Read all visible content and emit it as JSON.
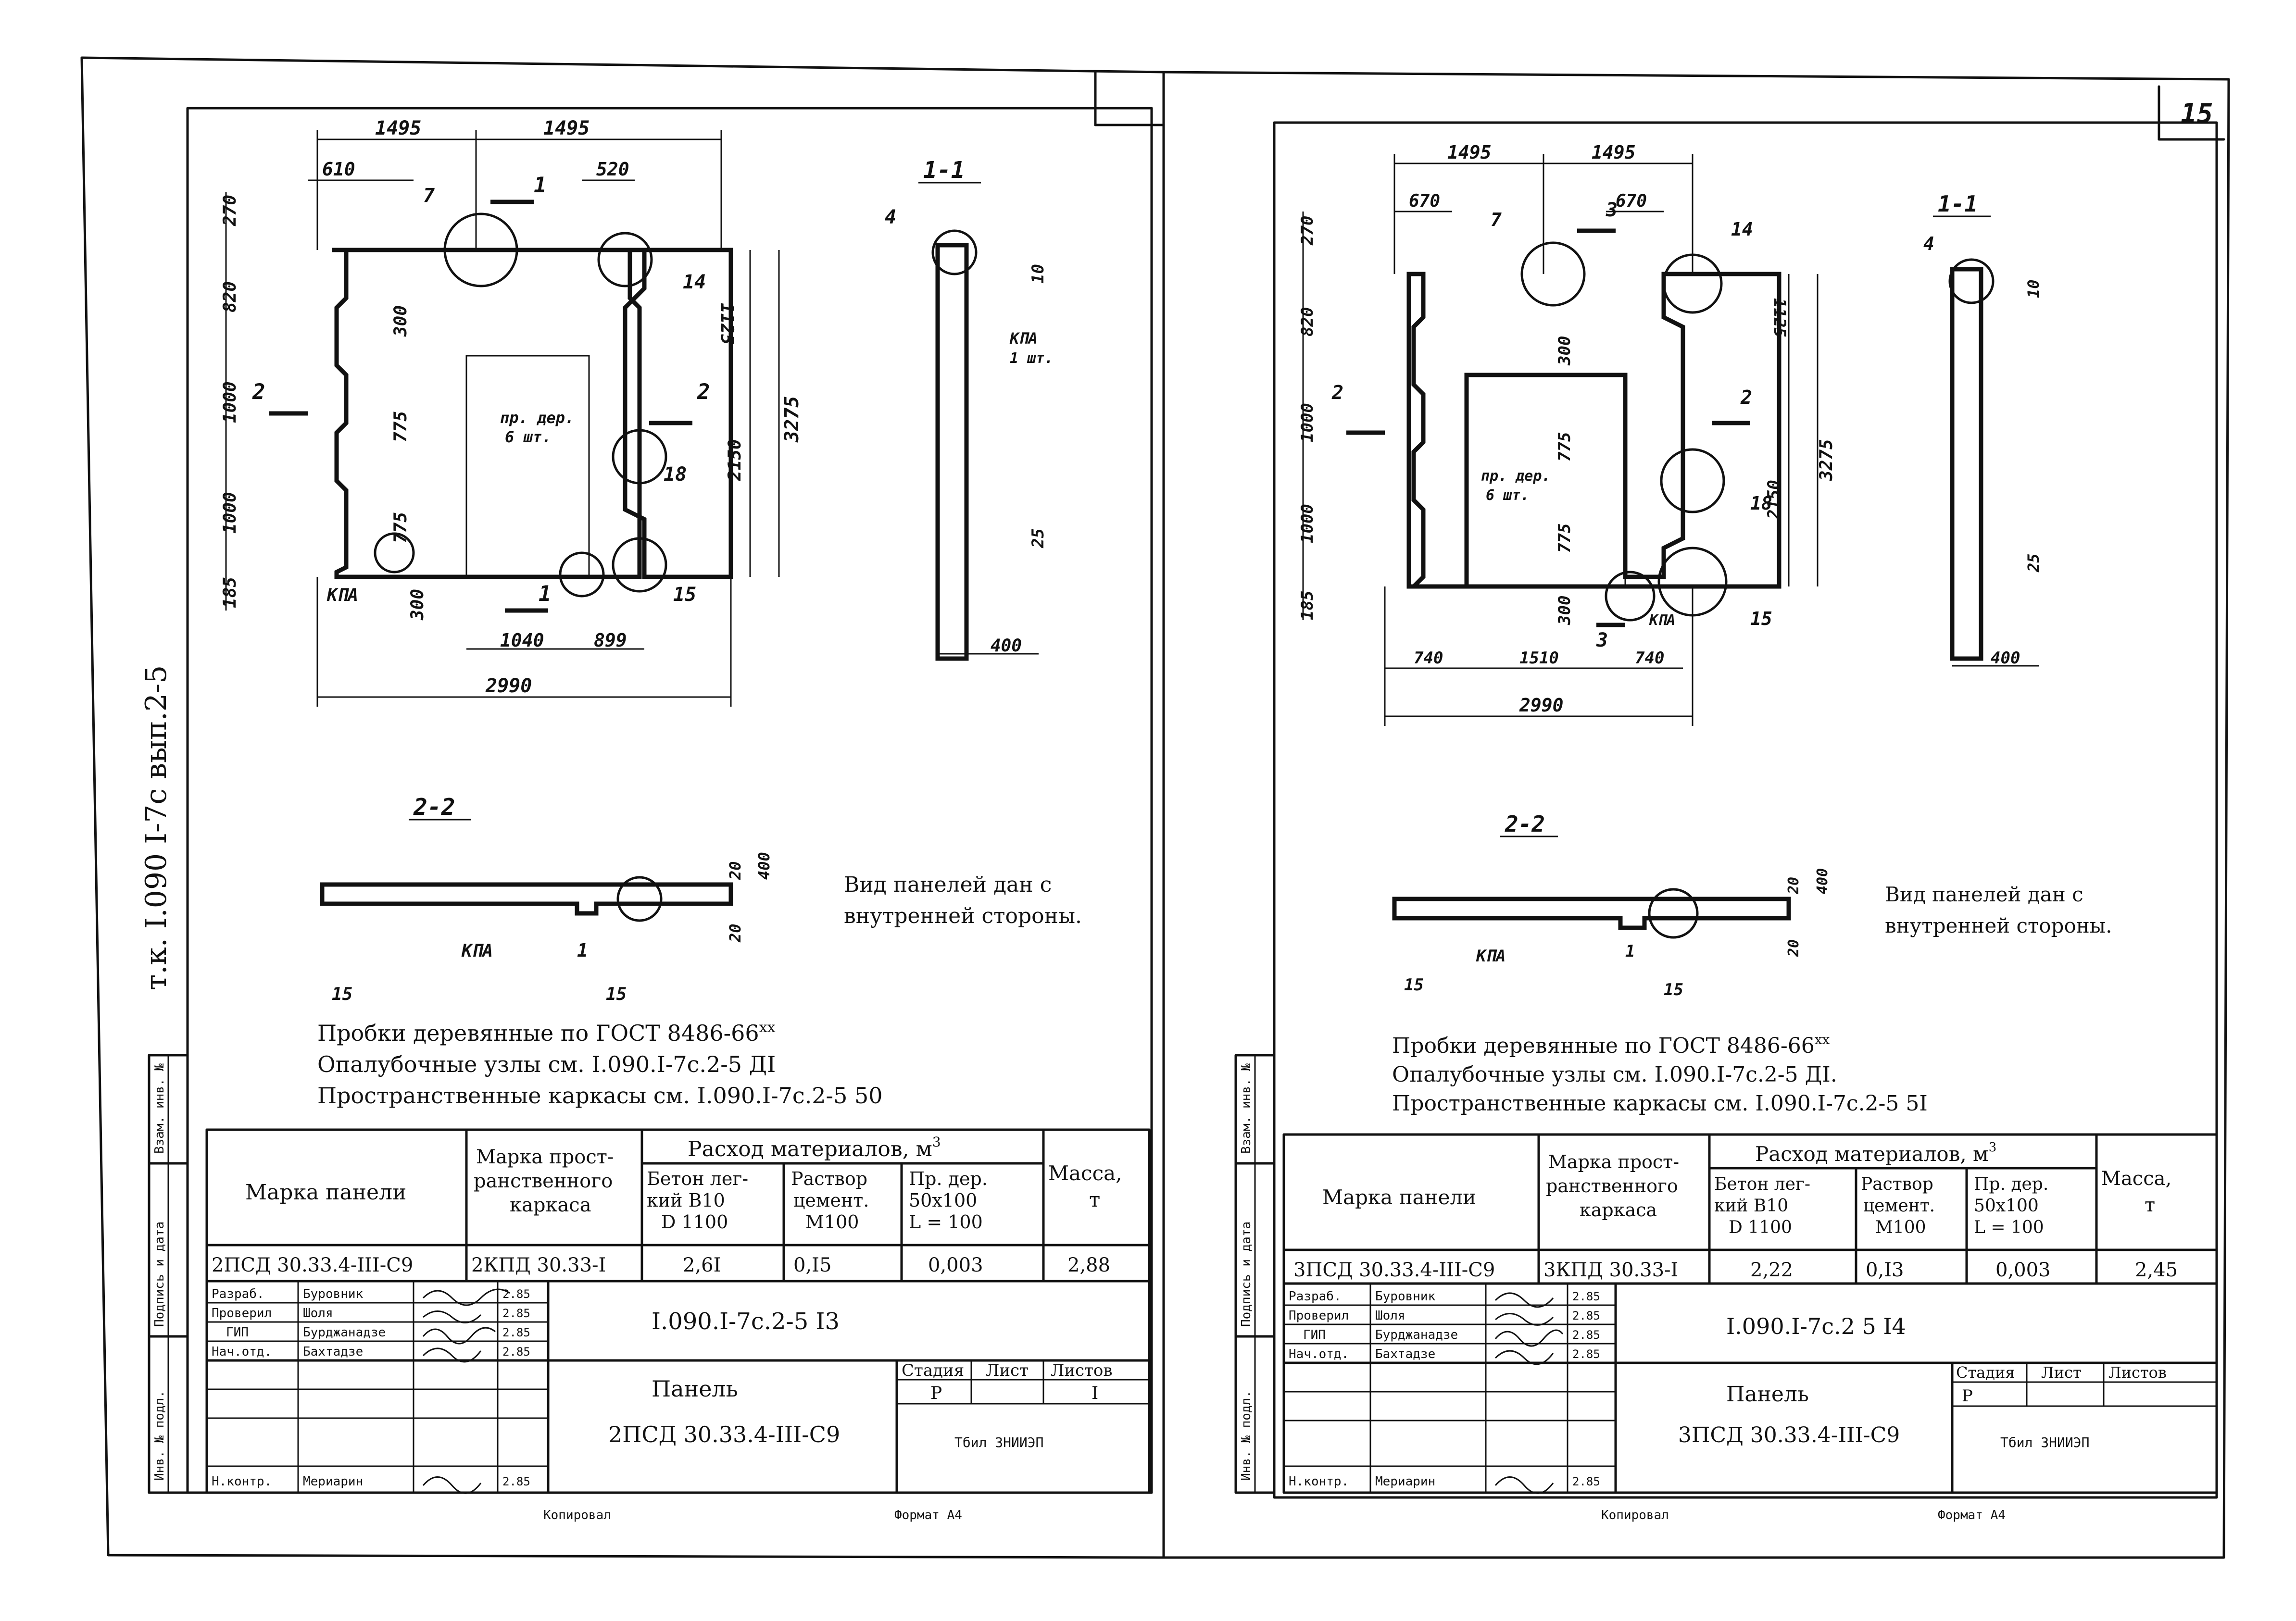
{
  "page": {
    "spine_code": "т.к. I.090 I-7с вып.2-5",
    "right_sheet_number": "15"
  },
  "sheets": [
    {
      "dims": {
        "top1": "1495",
        "top2": "1495",
        "d610": "610",
        "d520": "520",
        "v270": "270",
        "v820": "820",
        "v1000a": "1000",
        "v1000b": "1000",
        "v185": "185",
        "r1125": "1125",
        "r2150": "2150",
        "r3275": "3275",
        "i300a": "300",
        "i775a": "775",
        "i775b": "775",
        "i300b": "300",
        "b1040": "1040",
        "b899": "899",
        "b2990": "2990",
        "s10": "10",
        "s25": "25",
        "s400": "400"
      },
      "labels": {
        "n7": "7",
        "n14": "14",
        "n18": "18",
        "n15": "15",
        "n4": "4",
        "n1": "1",
        "kpa1": "КПА",
        "kpa_note": "КПА",
        "kpa_count": "1 шт.",
        "cut1": "1",
        "cut1b": "1",
        "cut2a": "2",
        "cut2b": "2",
        "probki": "пр. дер.",
        "probki_count": "6 шт.",
        "section11": "1-1",
        "section22": "2-2",
        "kpa2": "КПА",
        "s20a": "20",
        "s400b": "400",
        "s20b": "20",
        "s15a": "15",
        "s15b": "15"
      },
      "notes": {
        "view_line1": "Вид панелей дан с",
        "view_line2": "внутренней стороны.",
        "n1": "Пробки деревянные по ГОСТ 8486-66",
        "n1_sup": "xx",
        "n2": "Опалубочные узлы см. I.090.I-7с.2-5 ДI",
        "n3": "Пространственные каркасы см. I.090.I-7с.2-5 50"
      },
      "spec": {
        "h_panel": "Марка панели",
        "h_frame1": "Марка прост-",
        "h_frame2": "ранственного",
        "h_frame3": "каркаса",
        "h_cons": "Расход материалов, м",
        "h_cons_sup": "3",
        "h_concrete1": "Бетон лег-",
        "h_concrete2": "кий В10",
        "h_concrete3": "D 1100",
        "h_mortar1": "Раствор",
        "h_mortar2": "цемент.",
        "h_mortar3": "М100",
        "h_wood1": "Пр. дер.",
        "h_wood2": "50х100",
        "h_wood3": "L = 100",
        "h_mass1": "Масса,",
        "h_mass2": "т",
        "row": {
          "panel": "2ПСД 30.33.4-III-С9",
          "frame": "2КПД 30.33-I",
          "concrete": "2,6I",
          "mortar": "0,I5",
          "wood": "0,003",
          "mass": "2,88"
        }
      },
      "title_block": {
        "roles": [
          "Разраб.",
          "Проверил",
          "ГИП",
          "Нач.отд.",
          "",
          "",
          "Н.контр."
        ],
        "names": [
          "Буровник",
          "Шоля",
          "Бурджанадзе",
          "Бахтадзе",
          "",
          "",
          "Мериарин"
        ],
        "dates": [
          "2.85",
          "2.85",
          "2.85",
          "2.85",
          "",
          "",
          "2.85"
        ],
        "code": "I.090.I-7с.2-5 I3",
        "title1": "Панель",
        "title2": "2ПСД 30.33.4-III-С9",
        "h_stage": "Стадия",
        "h_sheet": "Лист",
        "h_sheets": "Листов",
        "stage": "Р",
        "sheet": "",
        "sheets": "I",
        "org": "Тбил ЗНИИЭП"
      },
      "side": [
        "Инв. № подл.",
        "Подпись и дата",
        "Взам. инв. №"
      ],
      "footer": {
        "copy": "Копировал",
        "format": "Формат А4"
      }
    },
    {
      "dims": {
        "top1": "1495",
        "top2": "1495",
        "d610": "670",
        "d520": "670",
        "v270": "270",
        "v820": "820",
        "v1000a": "1000",
        "v1000b": "1000",
        "v185": "185",
        "r1125": "1125",
        "r2150": "2150",
        "r3275": "3275",
        "i300a": "300",
        "i775a": "775",
        "i775b": "775",
        "i300b": "300",
        "b740a": "740",
        "b1510": "1510",
        "b740b": "740",
        "b2990": "2990",
        "s10": "10",
        "s25": "25",
        "s400": "400"
      },
      "labels": {
        "n7": "7",
        "n14": "14",
        "n18": "18",
        "n15": "15",
        "n4": "4",
        "n1": "1",
        "kpa1": "КПА",
        "cut1": "3",
        "cut1b": "3",
        "cut2a": "2",
        "cut2b": "2",
        "probki": "пр. дер.",
        "probki_count": "6 шт.",
        "section11": "1-1",
        "section22": "2-2",
        "kpa2": "КПА",
        "s20a": "20",
        "s400b": "400",
        "s20b": "20",
        "s15a": "15",
        "s15b": "15"
      },
      "notes": {
        "view_line1": "Вид панелей дан с",
        "view_line2": "внутренней стороны.",
        "n1": "Пробки деревянные по ГОСТ 8486-66",
        "n1_sup": "xx",
        "n2": "Опалубочные узлы см. I.090.I-7с.2-5 ДI.",
        "n3": "Пространственные каркасы см. I.090.I-7с.2-5 5I"
      },
      "spec": {
        "h_panel": "Марка панели",
        "h_frame1": "Марка прост-",
        "h_frame2": "ранственного",
        "h_frame3": "каркаса",
        "h_cons": "Расход материалов, м",
        "h_cons_sup": "3",
        "h_concrete1": "Бетон лег-",
        "h_concrete2": "кий В10",
        "h_concrete3": "D 1100",
        "h_mortar1": "Раствор",
        "h_mortar2": "цемент.",
        "h_mortar3": "М100",
        "h_wood1": "Пр. дер.",
        "h_wood2": "50х100",
        "h_wood3": "L = 100",
        "h_mass1": "Масса,",
        "h_mass2": "т",
        "row": {
          "panel": "3ПСД 30.33.4-III-С9",
          "frame": "3КПД 30.33-I",
          "concrete": "2,22",
          "mortar": "0,I3",
          "wood": "0,003",
          "mass": "2,45"
        }
      },
      "title_block": {
        "roles": [
          "Разраб.",
          "Проверил",
          "ГИП",
          "Нач.отд.",
          "",
          "",
          "Н.контр."
        ],
        "names": [
          "Буровник",
          "Шоля",
          "Бурджанадзе",
          "Бахтадзе",
          "",
          "",
          "Мериарин"
        ],
        "dates": [
          "2.85",
          "2.85",
          "2.85",
          "2.85",
          "",
          "",
          "2.85"
        ],
        "code": "I.090.I-7с.2 5 I4",
        "title1": "Панель",
        "title2": "3ПСД 30.33.4-III-С9",
        "h_stage": "Стадия",
        "h_sheet": "Лист",
        "h_sheets": "Листов",
        "stage": "Р",
        "sheet": "",
        "sheets": "",
        "org": "Тбил ЗНИИЭП"
      },
      "side": [
        "Инв. № подл.",
        "Подпись и дата",
        "Взам. инв. №"
      ],
      "footer": {
        "copy": "Копировал",
        "format": "Формат А4"
      }
    }
  ]
}
